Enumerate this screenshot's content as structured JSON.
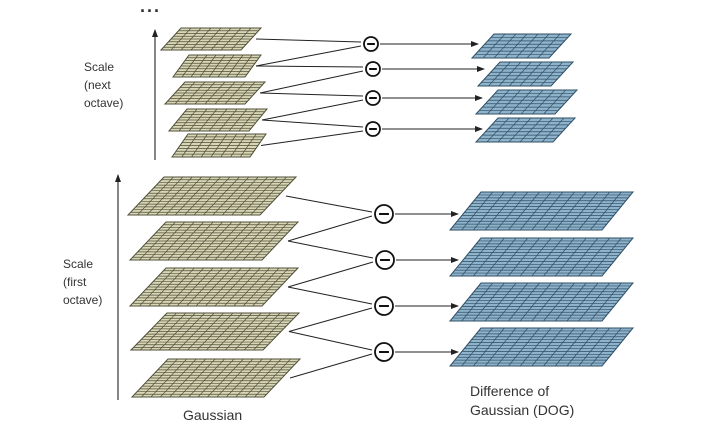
{
  "top_ellipsis": "...",
  "labels": {
    "scale_next": [
      "Scale",
      "(next",
      "octave)"
    ],
    "scale_first": [
      "Scale",
      "(first",
      "octave)"
    ],
    "gaussian": "Gaussian",
    "dog": [
      "Difference of",
      "Gaussian (DOG)"
    ]
  },
  "operator_symbol": "−",
  "colors": {
    "gaussian_fill": "#d9d6b6",
    "gaussian_grid": "#4f4f3a",
    "dog_fill": "#8fb3cb",
    "dog_grid": "#2f4f66",
    "line": "#222222"
  },
  "octaves": [
    {
      "name": "next",
      "gaussian_levels": 5,
      "dog_levels": 4
    },
    {
      "name": "first",
      "gaussian_levels": 5,
      "dog_levels": 4
    }
  ]
}
